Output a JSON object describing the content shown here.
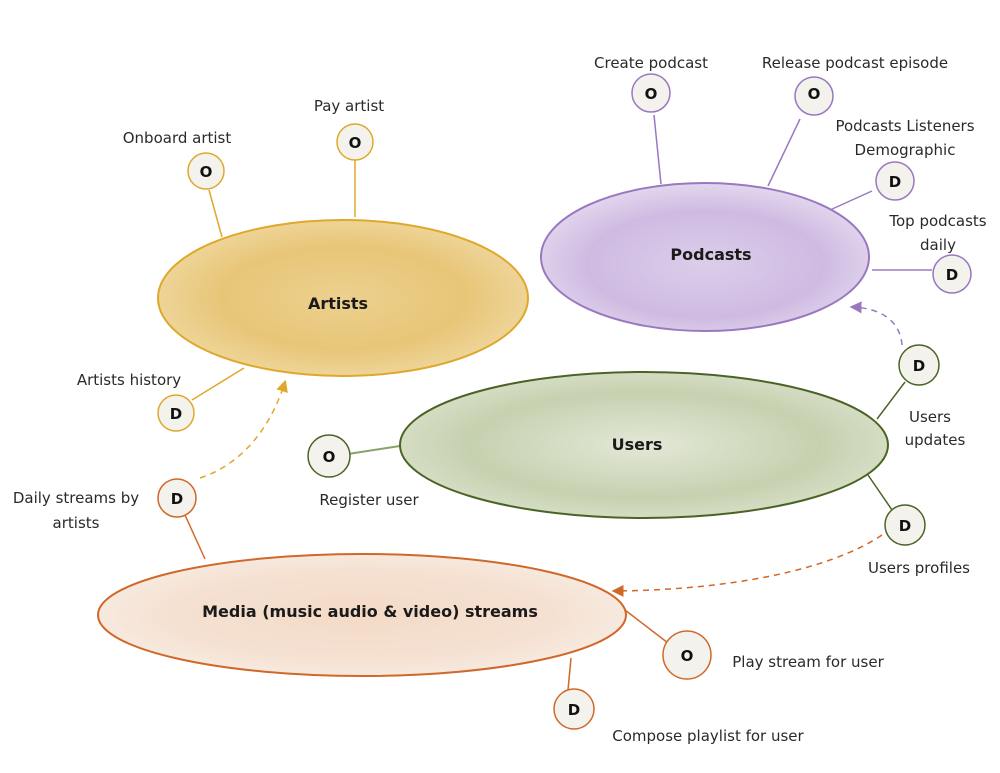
{
  "diagram": {
    "colors": {
      "artists": "#e0a82a",
      "podcasts": "#9a78bf",
      "users": "#4a6426",
      "media": "#d0682a",
      "badge_fill": "#f3f2ec"
    },
    "domains": [
      {
        "id": "artists",
        "title": "Artists",
        "fill_light": "#f0d9a0",
        "fill_dark": "#e6c170",
        "satellites": [
          {
            "kind": "O",
            "label": [
              "Onboard artist"
            ]
          },
          {
            "kind": "O",
            "label": [
              "Pay artist"
            ]
          },
          {
            "kind": "D",
            "label": [
              "Artists history"
            ]
          }
        ]
      },
      {
        "id": "podcasts",
        "title": "Podcasts",
        "fill_light": "#e6dcef",
        "fill_dark": "#c7b1dc",
        "satellites": [
          {
            "kind": "O",
            "label": [
              "Create podcast"
            ]
          },
          {
            "kind": "O",
            "label": [
              "Release podcast episode"
            ]
          },
          {
            "kind": "D",
            "label": [
              "Podcasts Listeners",
              "Demographic"
            ]
          },
          {
            "kind": "D",
            "label": [
              "Top podcasts",
              "daily"
            ]
          }
        ]
      },
      {
        "id": "users",
        "title": "Users",
        "fill_light": "#e6ead9",
        "fill_dark": "#b9c7a0",
        "satellites": [
          {
            "kind": "O",
            "label": [
              "Register user"
            ]
          },
          {
            "kind": "D",
            "label": [
              "Users",
              "updates"
            ]
          },
          {
            "kind": "D",
            "label": [
              "Users profiles"
            ]
          }
        ]
      },
      {
        "id": "media",
        "title": "Media (music audio & video) streams",
        "fill_light": "#f8ece2",
        "fill_dark": "#f2cfb4",
        "satellites": [
          {
            "kind": "D",
            "label": [
              "Daily streams by",
              "artists"
            ]
          },
          {
            "kind": "O",
            "label": [
              "Play stream for user"
            ]
          },
          {
            "kind": "D",
            "label": [
              "Compose playlist for user"
            ]
          }
        ]
      }
    ],
    "dependencies": [
      {
        "from": "media.D.Daily streams by artists",
        "to": "artists",
        "style": "dashed"
      },
      {
        "from": "users.D.Users updates",
        "to": "podcasts",
        "style": "dashed"
      },
      {
        "from": "users.D.Users profiles",
        "to": "media",
        "style": "dashed"
      }
    ]
  }
}
